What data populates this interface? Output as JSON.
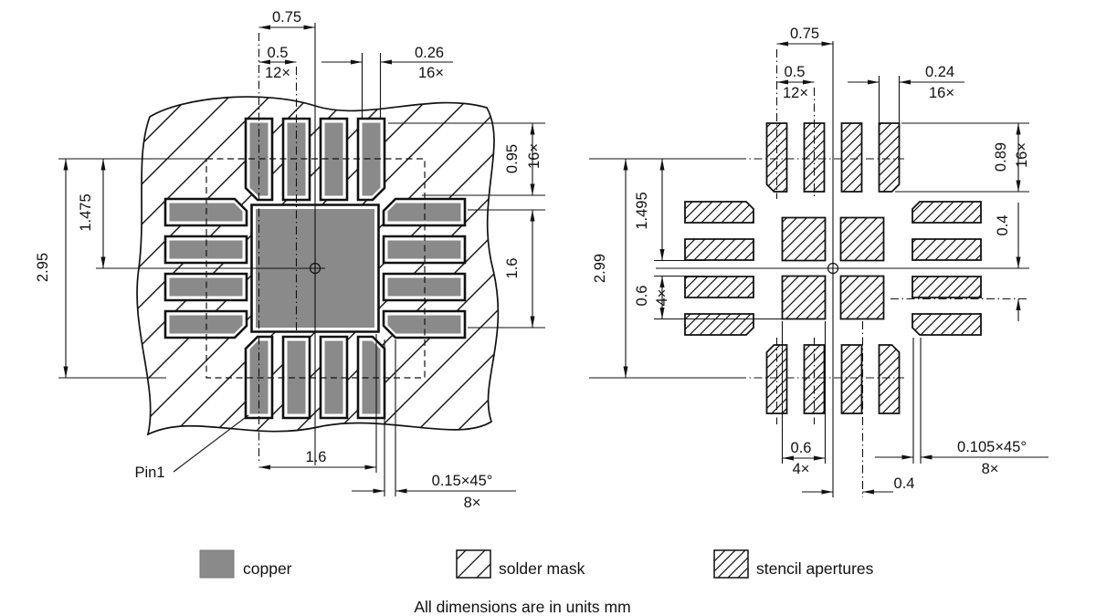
{
  "drawing": {
    "title_note": "All dimensions are in units mm",
    "left_view": {
      "dim_pitch_outer": "0.75",
      "dim_pitch": "0.5",
      "dim_pitch_qty": "12×",
      "dim_pad_width": "0.26",
      "dim_pad_width_qty": "16×",
      "dim_pad_length": "0.95",
      "dim_pad_length_qty": "16×",
      "dim_span": "2.95",
      "dim_span_half": "1.475",
      "dim_thermal_height": "1.6",
      "dim_thermal_width": "1.6",
      "dim_chamfer": "0.15×45°",
      "dim_chamfer_qty": "8×",
      "pin1_label": "Pin1"
    },
    "right_view": {
      "dim_pitch_outer": "0.75",
      "dim_pitch": "0.5",
      "dim_pitch_qty": "12×",
      "dim_aperture_width": "0.24",
      "dim_aperture_width_qty": "16×",
      "dim_aperture_length": "0.89",
      "dim_aperture_length_qty": "16×",
      "dim_center_offset_v": "0.4",
      "dim_span": "2.99",
      "dim_span_half": "1.495",
      "dim_center_aperture_h": "0.6",
      "dim_center_aperture_h_qty": "4×",
      "dim_center_aperture_w": "0.6",
      "dim_center_aperture_w_qty": "4×",
      "dim_chamfer": "0.105×45°",
      "dim_chamfer_qty": "8×",
      "dim_center_offset_h": "0.4"
    },
    "legend": {
      "copper_label": "copper",
      "solder_mask_label": "solder mask",
      "stencil_label": "stencil apertures"
    },
    "colors": {
      "copper": "#8a8a8a",
      "line": "#111111"
    }
  }
}
